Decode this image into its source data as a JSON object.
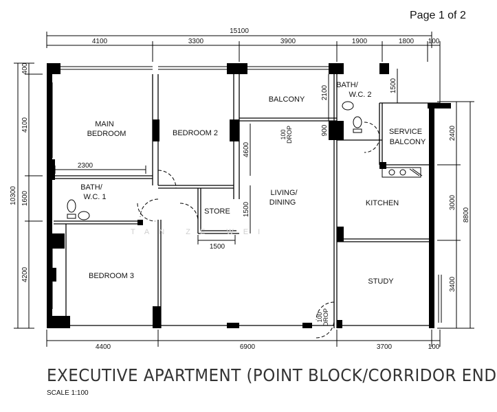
{
  "page": {
    "indicator": "Page 1 of 2"
  },
  "title": "EXECUTIVE APARTMENT (POINT BLOCK/CORRIDOR END)",
  "scale": "SCALE 1:100",
  "watermark": "TAN ZE WEI",
  "rooms": {
    "main_bedroom": [
      "MAIN",
      "BEDROOM"
    ],
    "bedroom2": "BEDROOM 2",
    "balcony": "BALCONY",
    "bath2": [
      "BATH/",
      "W.C. 2"
    ],
    "service_balcony": [
      "SERVICE",
      "BALCONY"
    ],
    "bath1": [
      "BATH/",
      "W.C. 1"
    ],
    "store": "STORE",
    "living": [
      "LIVING/",
      "DINING"
    ],
    "kitchen": "KITCHEN",
    "bedroom3": "BEDROOM 3",
    "study": "STUDY"
  },
  "dimensions": {
    "top_total": "15100",
    "top": [
      "4100",
      "3300",
      "3900",
      "1900",
      "1800",
      "100"
    ],
    "bottom": [
      "4400",
      "6900",
      "3700",
      "100"
    ],
    "left_total": "10300",
    "left": [
      "400",
      "4100",
      "1600",
      "4200"
    ],
    "right": [
      "2400",
      "3000",
      "3400"
    ],
    "right_total": "8800",
    "interior": {
      "bath1_width": "2300",
      "balcony_depth": "2100",
      "bed2_depth": "4600",
      "living_side": "900",
      "bath2_depth": "1500",
      "store_side": "1500",
      "store_width": "1500"
    },
    "drops": [
      "100",
      "DROP"
    ]
  }
}
